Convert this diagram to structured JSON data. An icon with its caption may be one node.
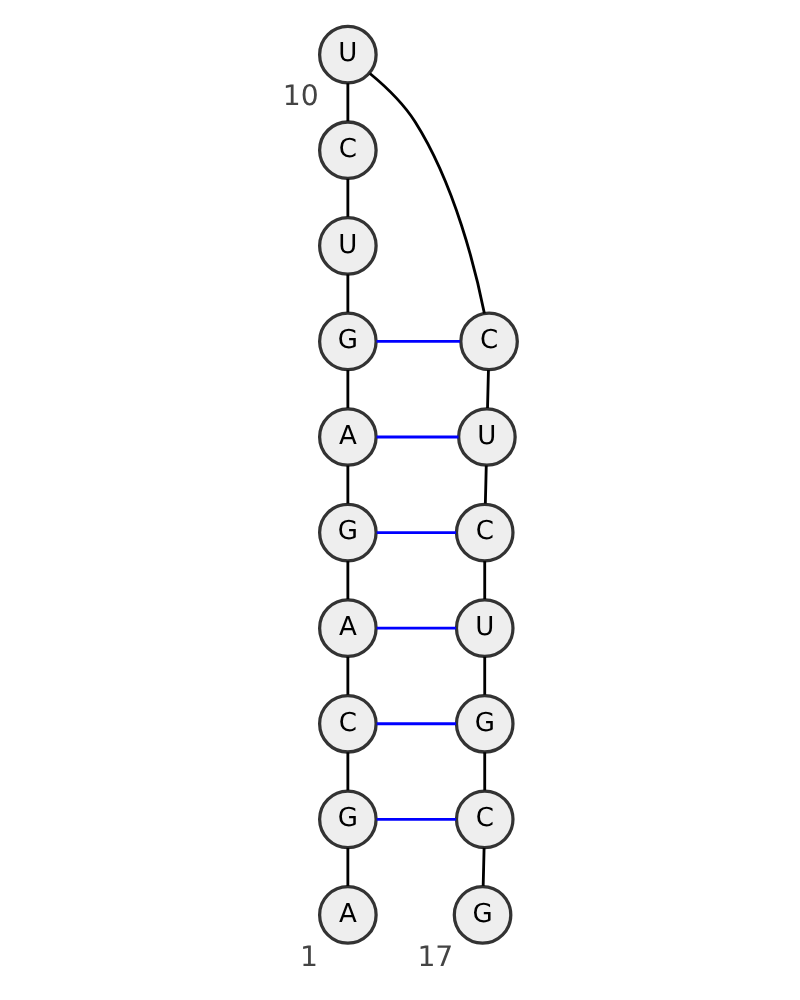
{
  "diagram": {
    "nodes": [
      {
        "text": [
          "A"
        ],
        "beside": [
          "1"
        ]
      },
      {
        "text": [
          "G"
        ]
      },
      {
        "text": [
          "C"
        ]
      },
      {
        "text": [
          "A"
        ]
      },
      {
        "text": [
          "G"
        ]
      },
      {
        "text": [
          "A"
        ]
      },
      {
        "text": [
          "G"
        ]
      },
      {
        "text": [
          "U"
        ]
      },
      {
        "text": [
          "C"
        ]
      },
      {
        "text": [
          "U"
        ],
        "beside": [
          "10"
        ]
      },
      {
        "text": [
          "C"
        ]
      },
      {
        "text": [
          "U"
        ]
      },
      {
        "text": [
          "C"
        ]
      },
      {
        "text": [
          "U"
        ]
      },
      {
        "text": [
          "G"
        ]
      },
      {
        "text": [
          "C"
        ]
      },
      {
        "text": [
          "G"
        ],
        "beside": [
          "17"
        ]
      }
    ],
    "edges": [
      {
        "from": 0,
        "to": 1,
        "arrow": "none"
      },
      {
        "from": 1,
        "to": 2,
        "arrow": "none"
      },
      {
        "from": 2,
        "to": 3,
        "arrow": "none"
      },
      {
        "from": 3,
        "to": 4,
        "arrow": "none"
      },
      {
        "from": 4,
        "to": 5,
        "arrow": "none"
      },
      {
        "from": 5,
        "to": 6,
        "arrow": "none"
      },
      {
        "from": 6,
        "to": 7,
        "arrow": "none"
      },
      {
        "from": 7,
        "to": 8,
        "arrow": "none"
      },
      {
        "from": 8,
        "to": 9,
        "arrow": "none"
      },
      {
        "from": 9,
        "to": 10,
        "arrow": "none"
      },
      {
        "from": 10,
        "to": 11,
        "arrow": "none"
      },
      {
        "from": 11,
        "to": 12,
        "arrow": "none"
      },
      {
        "from": 12,
        "to": 13,
        "arrow": "none"
      },
      {
        "from": 13,
        "to": 14,
        "arrow": "none"
      },
      {
        "from": 14,
        "to": 15,
        "arrow": "none"
      },
      {
        "from": 15,
        "to": 16,
        "arrow": "none"
      },
      {
        "from": 1,
        "to": 15,
        "arrow": "none",
        "color": "#0000ff"
      },
      {
        "from": 2,
        "to": 14,
        "arrow": "none",
        "color": "#0000ff"
      },
      {
        "from": 3,
        "to": 13,
        "arrow": "none",
        "color": "#0000ff"
      },
      {
        "from": 4,
        "to": 12,
        "arrow": "none",
        "color": "#0000ff"
      },
      {
        "from": 5,
        "to": 11,
        "arrow": "none",
        "color": "#0000ff"
      },
      {
        "from": 6,
        "to": 10,
        "arrow": "none",
        "color": "#0000ff"
      }
    ]
  }
}
